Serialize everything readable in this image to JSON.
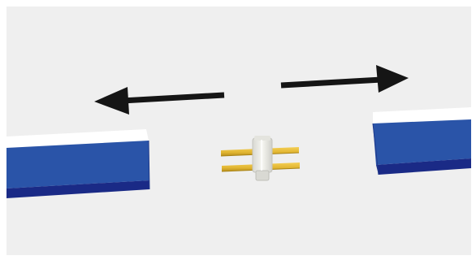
{
  "scene": {
    "colors": {
      "background": "#efefef",
      "border": "#ffffff",
      "strip_top": "#ffffff",
      "strip_front": "#2a54a8",
      "strip_bottom": "#1a2a86",
      "arrow": "#151515",
      "pin": "#e1b531",
      "pin_shadow": "#b88f1c",
      "housing": "#f1f1ec",
      "housing_shadow": "#c9c9c3"
    },
    "arrows": [
      {
        "name": "left-arrow",
        "direction": "left"
      },
      {
        "name": "right-arrow",
        "direction": "right"
      }
    ],
    "strips": [
      {
        "name": "left-led-strip"
      },
      {
        "name": "right-led-strip"
      }
    ],
    "connector": {
      "name": "pin-connector",
      "pin_count": 2
    }
  }
}
